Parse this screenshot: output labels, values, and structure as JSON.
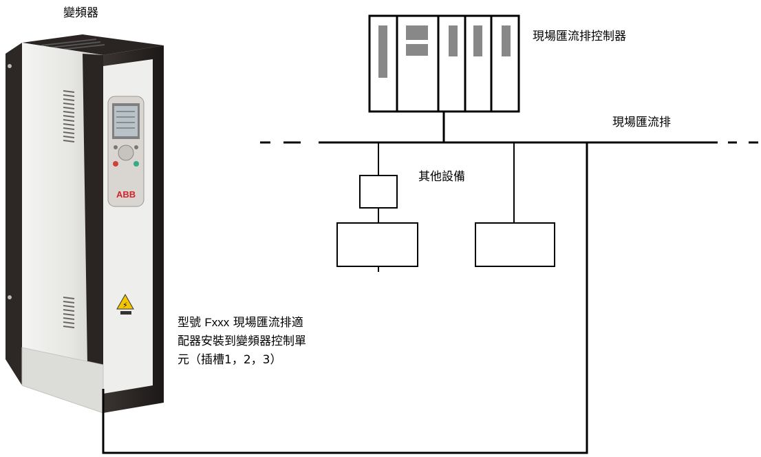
{
  "labels": {
    "drive": "變頻器",
    "fieldbus_controller": "現場匯流排控制器",
    "fieldbus": "現場匯流排",
    "other_devices": "其他設備",
    "adapter_line1_prefix": "型號",
    "adapter_model": "Fxxx",
    "adapter_line1_suffix": "現場匯流排適",
    "adapter_line2": "配器安裝到變頻器控制單",
    "adapter_line3": "元（插槽1，2，3）"
  },
  "drive_logo": "ABB",
  "colors": {
    "line": "#000000",
    "drive_body": "#e9e9e6",
    "drive_frame": "#2a2523",
    "controller_module_slot": "#888888"
  }
}
